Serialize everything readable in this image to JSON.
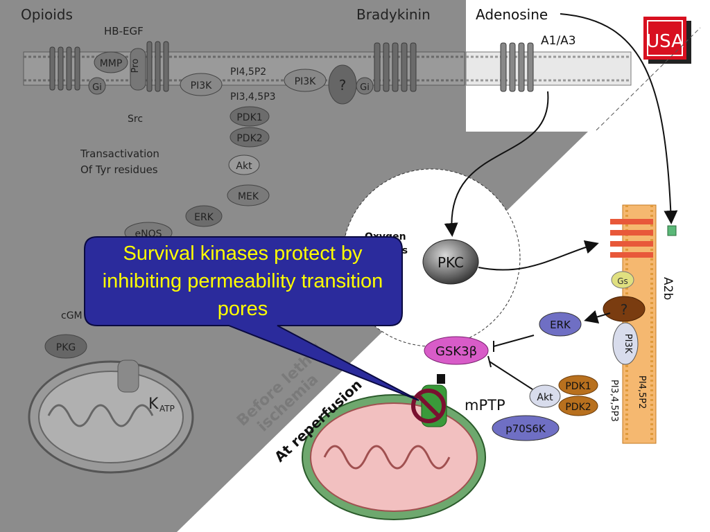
{
  "top_labels": {
    "opioids": "Opioids",
    "hb_egf": "HB-EGF",
    "bradykinin": "Bradykinin",
    "adenosine": "Adenosine",
    "a1_a3": "A1/A3",
    "a2b": "A2b"
  },
  "logo_text": "USA",
  "left_panel": {
    "mmp": "MMP",
    "pro": "Pro",
    "gi": "Gi",
    "pi3k": "PI3K",
    "pip2": "PI4,5P2",
    "pip3": "PI3,4,5P3",
    "question": "?",
    "src": "Src",
    "pdk1": "PDK1",
    "pdk2": "PDK2",
    "akt": "Akt",
    "mek": "MEK",
    "erk": "ERK",
    "enos": "eNOS",
    "transactivation_line1": "Transactivation",
    "transactivation_line2": "Of Tyr residues",
    "cgm": "cGM",
    "pkg": "PKG",
    "katp_k": "K",
    "katp_sub": "ATP",
    "before_line1": "Before lethal",
    "before_line2": "ischemia"
  },
  "right_panel": {
    "oxygen_line1": "Oxygen",
    "oxygen_line2": "radicals",
    "pkc": "PKC",
    "gs": "Gs",
    "question": "?",
    "erk": "ERK",
    "pi3k": "PI3K",
    "gsk3b": "GSK3β",
    "akt": "Akt",
    "pdk1": "PDK1",
    "pdk2": "PDK2",
    "p70s6k": "p70S6K",
    "mptp": "mPTP",
    "pip2": "PI4,5P2",
    "pip3": "PI3,4,5P3",
    "at_reperfusion": "At reperfusion"
  },
  "callout": {
    "text": "Survival kinases protect by inhibiting permeability transition pores"
  },
  "colors": {
    "gray_panel": "#8c8c8c",
    "callout_fill": "#2b2b9c",
    "callout_text": "#ffff00",
    "mito_pink": "#f2c0c0",
    "mito_green": "#6ea86e",
    "membrane_orange": "#f5b870",
    "brown_kinase": "#b8701e",
    "purple_kinase": "#6f6fc4",
    "magenta_gsk": "#d85cc8",
    "logo_red": "#d81020"
  }
}
